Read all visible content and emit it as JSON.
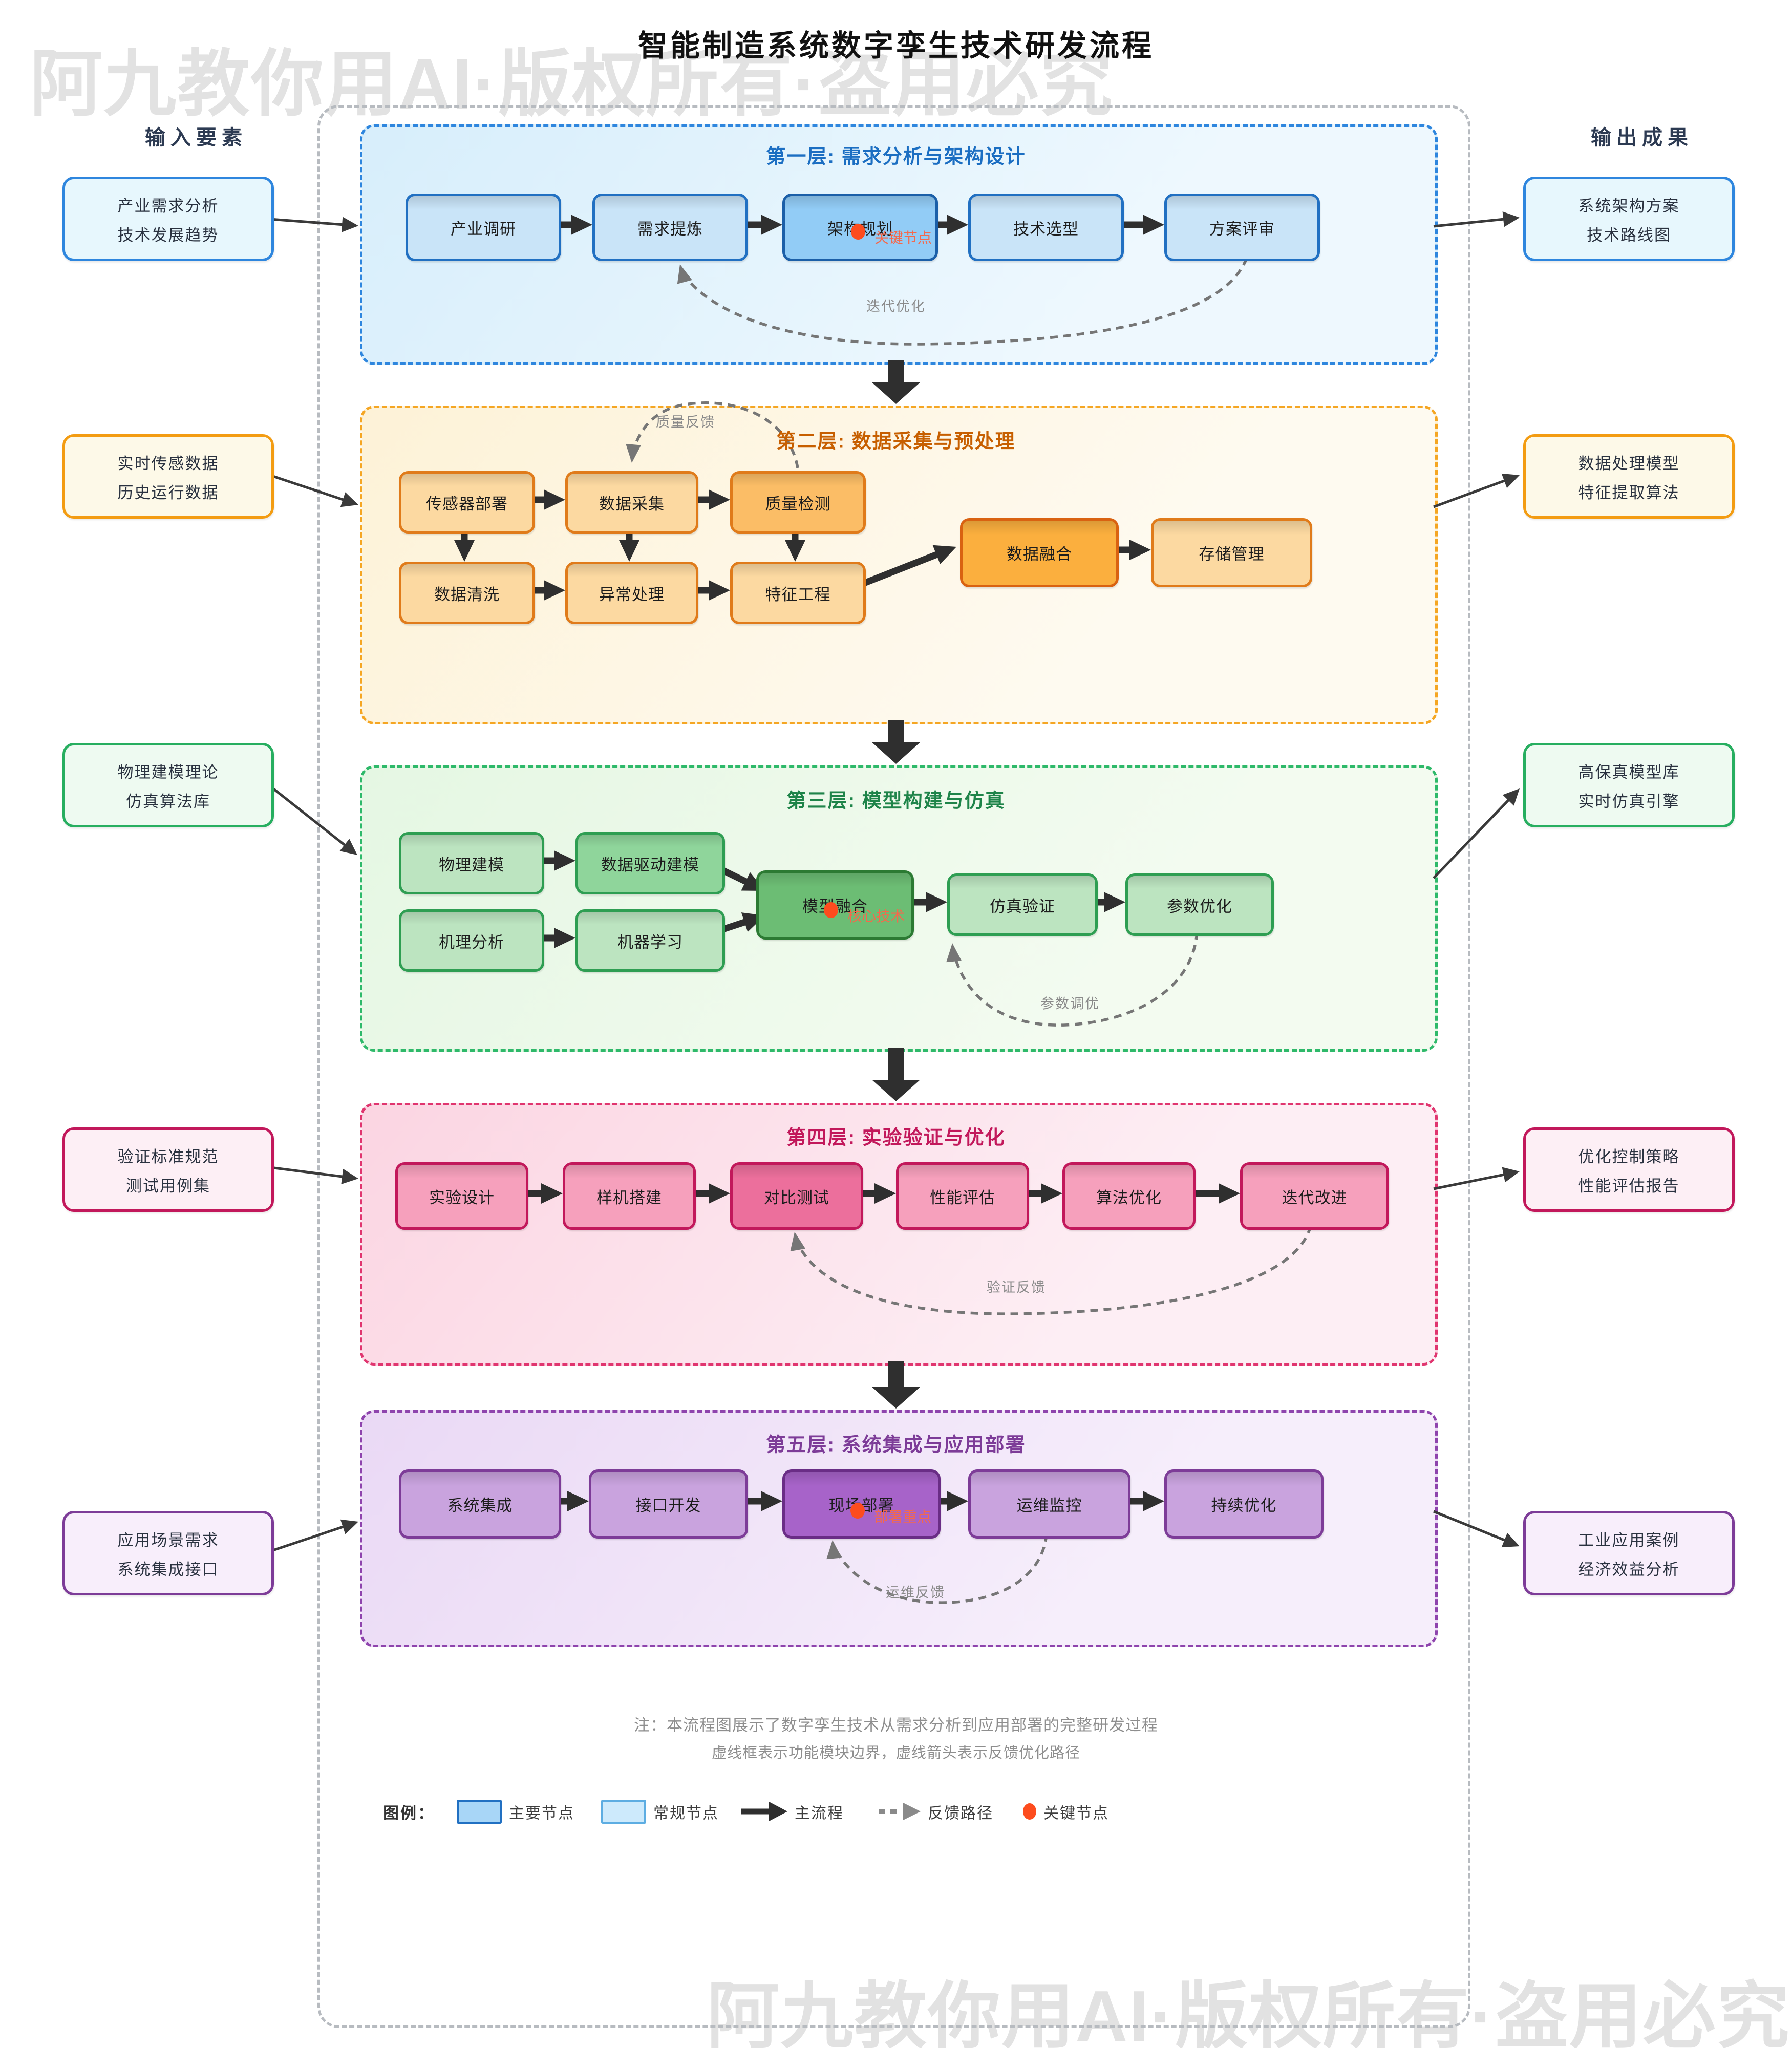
{
  "title": "智能制造系统数字孪生技术研发流程",
  "watermark": {
    "text": "阿九教你用AI·版权所有·盗用必究",
    "color": "#e2e2e2"
  },
  "columns": {
    "input_header": "输入要素",
    "output_header": "输出成果"
  },
  "colors": {
    "title_text": "#111111",
    "header_text": "#2c3a52",
    "outer_border": "#b7bbc0",
    "flow_arrow": "#2f2f2f",
    "connector_arrow": "#3a3a3a",
    "feedback": "#767676",
    "key_dot": "#fd4c1e",
    "annotation_text": "#f4694c",
    "note_text": "#8e8e8e"
  },
  "inputs": [
    {
      "lines": [
        "产业需求分析",
        "技术发展趋势"
      ],
      "border": "#2e86de",
      "fill": "#e7f7fd"
    },
    {
      "lines": [
        "实时传感数据",
        "历史运行数据"
      ],
      "border": "#f39c12",
      "fill": "#fdf9e8"
    },
    {
      "lines": [
        "物理建模理论",
        "仿真算法库"
      ],
      "border": "#27ae60",
      "fill": "#eefaf1"
    },
    {
      "lines": [
        "验证标准规范",
        "测试用例集"
      ],
      "border": "#c2185b",
      "fill": "#fdeff5"
    },
    {
      "lines": [
        "应用场景需求",
        "系统集成接口"
      ],
      "border": "#7d3c98",
      "fill": "#f8eefb"
    }
  ],
  "outputs": [
    {
      "lines": [
        "系统架构方案",
        "技术路线图"
      ],
      "border": "#2e86de",
      "fill": "#e7f7fd"
    },
    {
      "lines": [
        "数据处理模型",
        "特征提取算法"
      ],
      "border": "#f39c12",
      "fill": "#fdf9e8"
    },
    {
      "lines": [
        "高保真模型库",
        "实时仿真引擎"
      ],
      "border": "#27ae60",
      "fill": "#eefaf1"
    },
    {
      "lines": [
        "优化控制策略",
        "性能评估报告"
      ],
      "border": "#c2185b",
      "fill": "#fdeff5"
    },
    {
      "lines": [
        "工业应用案例",
        "经济效益分析"
      ],
      "border": "#7d3c98",
      "fill": "#f8eefb"
    }
  ],
  "layers": [
    {
      "title": "第一层: 需求分析与架构设计",
      "feedback_label": "迭代优化",
      "colors": {
        "dash": "#2e86de",
        "bgA": "#d7eefb",
        "bgB": "#eef8fe",
        "title": "#1b6ec2",
        "node": "#c9e4f8",
        "border": "#2170c2",
        "emph": "#a6d4f7",
        "core": "#92ccf6",
        "coreBorder": "#1b5fa8"
      },
      "nodes": [
        {
          "label": "产业调研",
          "type": "normal"
        },
        {
          "label": "需求提炼",
          "type": "normal"
        },
        {
          "label": "架构规划",
          "type": "core",
          "annotation": "关键节点"
        },
        {
          "label": "技术选型",
          "type": "normal"
        },
        {
          "label": "方案评审",
          "type": "normal"
        }
      ]
    },
    {
      "title": "第二层: 数据采集与预处理",
      "feedback_label": "质量反馈",
      "colors": {
        "dash": "#f5a623",
        "bgA": "#fdf2d7",
        "bgB": "#fefaf0",
        "title": "#c75f00",
        "node": "#fcd9a1",
        "border": "#e07b1a",
        "emph": "#fbbd66",
        "core": "#fbaf3e",
        "coreBorder": "#d96211"
      },
      "nodes": [
        {
          "label": "传感器部署",
          "type": "normal"
        },
        {
          "label": "数据采集",
          "type": "normal"
        },
        {
          "label": "质量检测",
          "type": "emph"
        },
        {
          "label": "数据清洗",
          "type": "normal"
        },
        {
          "label": "异常处理",
          "type": "normal"
        },
        {
          "label": "特征工程",
          "type": "normal"
        },
        {
          "label": "数据融合",
          "type": "core"
        },
        {
          "label": "存储管理",
          "type": "normal"
        }
      ]
    },
    {
      "title": "第三层: 模型构建与仿真",
      "feedback_label": "参数调优",
      "colors": {
        "dash": "#2eb96a",
        "bgA": "#e5f7e3",
        "bgB": "#f3fbf0",
        "title": "#1e8449",
        "node": "#bce4c0",
        "border": "#2e9e52",
        "emph": "#8fd59b",
        "core": "#6cbd74",
        "coreBorder": "#2c7a33"
      },
      "nodes": [
        {
          "label": "物理建模",
          "type": "normal"
        },
        {
          "label": "数据驱动建模",
          "type": "emph"
        },
        {
          "label": "机理分析",
          "type": "normal"
        },
        {
          "label": "机器学习",
          "type": "normal"
        },
        {
          "label": "模型融合",
          "type": "core",
          "annotation": "核心技术"
        },
        {
          "label": "仿真验证",
          "type": "normal"
        },
        {
          "label": "参数优化",
          "type": "normal"
        }
      ]
    },
    {
      "title": "第四层: 实验验证与优化",
      "feedback_label": "验证反馈",
      "colors": {
        "dash": "#e0356f",
        "bgA": "#fbd5e2",
        "bgB": "#fdeef4",
        "title": "#c2185b",
        "node": "#f6a0bc",
        "border": "#c2185b",
        "emph": "#ec6f9c",
        "core": "#ec6f9c",
        "coreBorder": "#9f1350"
      },
      "nodes": [
        {
          "label": "实验设计",
          "type": "normal"
        },
        {
          "label": "样机搭建",
          "type": "normal"
        },
        {
          "label": "对比测试",
          "type": "emph"
        },
        {
          "label": "性能评估",
          "type": "normal"
        },
        {
          "label": "算法优化",
          "type": "normal"
        },
        {
          "label": "迭代改进",
          "type": "normal"
        }
      ]
    },
    {
      "title": "第五层: 系统集成与应用部署",
      "feedback_label": "运维反馈",
      "colors": {
        "dash": "#8e44ad",
        "bgA": "#ead9f5",
        "bgB": "#f6eefb",
        "title": "#7d3c98",
        "node": "#c9a3de",
        "border": "#7d3c98",
        "emph": "#b67fd3",
        "core": "#a763c9",
        "coreBorder": "#6a2d86"
      },
      "nodes": [
        {
          "label": "系统集成",
          "type": "normal"
        },
        {
          "label": "接口开发",
          "type": "normal"
        },
        {
          "label": "现场部署",
          "type": "core",
          "annotation": "部署重点"
        },
        {
          "label": "运维监控",
          "type": "normal"
        },
        {
          "label": "持续优化",
          "type": "normal"
        }
      ]
    }
  ],
  "notes": [
    "注：本流程图展示了数字孪生技术从需求分析到应用部署的完整研发过程",
    "虚线框表示功能模块边界，虚线箭头表示反馈优化路径"
  ],
  "legend": {
    "label": "图例：",
    "items": [
      {
        "type": "node-main",
        "label": "主要节点",
        "fill": "#a8d6f7",
        "border": "#2170c2"
      },
      {
        "type": "node-normal",
        "label": "常规节点",
        "fill": "#cdeafc",
        "border": "#5dade2"
      },
      {
        "type": "flow",
        "label": "主流程"
      },
      {
        "type": "feedback",
        "label": "反馈路径"
      },
      {
        "type": "key",
        "label": "关键节点"
      }
    ]
  }
}
